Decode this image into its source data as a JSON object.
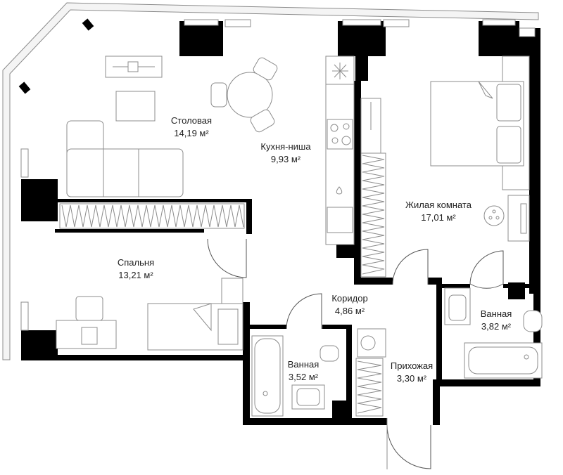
{
  "rooms": {
    "dining": {
      "name": "Столовая",
      "area": "14,19 м²"
    },
    "kitchen": {
      "name": "Кухня-ниша",
      "area": "9,93 м²"
    },
    "living": {
      "name": "Жилая комната",
      "area": "17,01 м²"
    },
    "bedroom": {
      "name": "Спальня",
      "area": "13,21 м²"
    },
    "corridor": {
      "name": "Коридор",
      "area": "4,86 м²"
    },
    "bath_right": {
      "name": "Ванная",
      "area": "3,82 м²"
    },
    "bath_center": {
      "name": "Ванная",
      "area": "3,52 м²"
    },
    "hall": {
      "name": "Прихожая",
      "area": "3,30 м²"
    }
  },
  "colors": {
    "wall": "#000000",
    "furniture_stroke": "#8c8c8c",
    "background": "#ffffff",
    "text": "#1e1e1e"
  }
}
